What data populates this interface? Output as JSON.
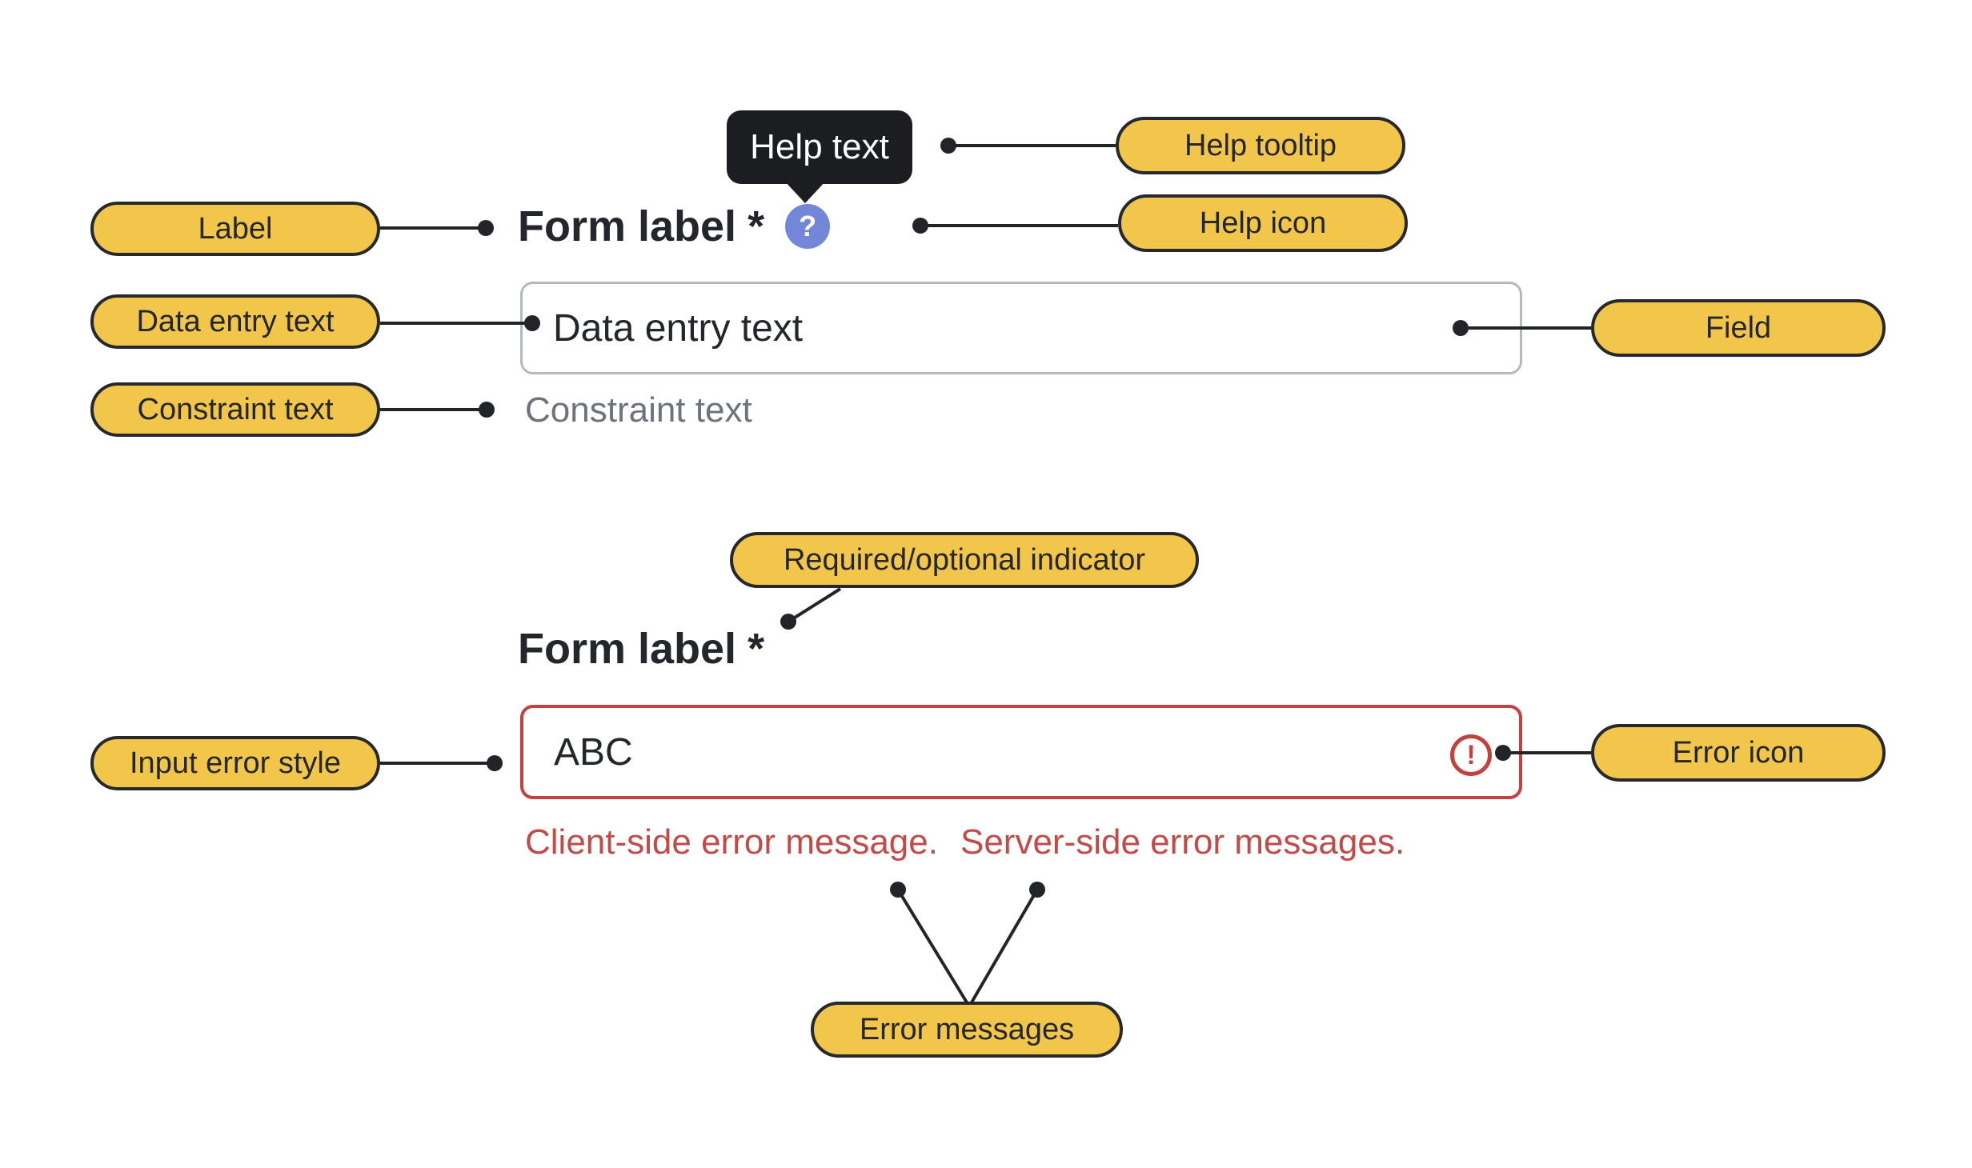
{
  "colors": {
    "annotation_yellow": "#f1c64a",
    "pill_border": "#26282c",
    "tooltip_bg": "#1b1d21",
    "tooltip_text": "#ffffff",
    "help_icon_blue": "#7387d8",
    "field_border_gray": "#b3b9c0",
    "error_red": "#c2423f",
    "error_text_red": "#c14b48",
    "constraint_gray": "#6d737a",
    "text_dark": "#23262b",
    "connector": "#222428"
  },
  "tooltip": {
    "text": "Help text"
  },
  "form_default": {
    "label": "Form label",
    "required_indicator": "*",
    "help_icon_glyph": "?",
    "input_value": "Data entry text",
    "constraint_text": "Constraint text"
  },
  "form_error": {
    "label": "Form label",
    "required_indicator": "*",
    "input_value": "ABC",
    "error_icon_glyph": "!",
    "client_error": "Client-side error message.",
    "server_error": "Server-side error messages."
  },
  "annotations": {
    "label": "Label",
    "data_entry_text": "Data entry text",
    "constraint_text": "Constraint text",
    "input_error_style": "Input error style",
    "help_tooltip": "Help tooltip",
    "help_icon": "Help icon",
    "field": "Field",
    "error_icon": "Error icon",
    "required_optional": "Required/optional indicator",
    "error_messages": "Error messages"
  }
}
